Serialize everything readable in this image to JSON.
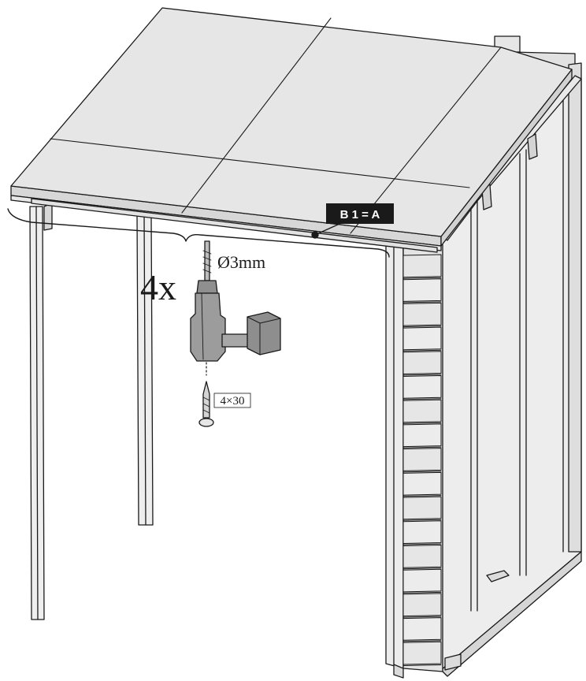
{
  "callout": {
    "label": "B 1 = A",
    "bg": "#1a1a1a",
    "fg": "#ffffff"
  },
  "quantity": "4x",
  "drill_bit": "Ø3mm",
  "screw_size": "4×30",
  "colors": {
    "line": "#1a1a1a",
    "panel": "#e6e6e6",
    "panel_dark": "#cfcfcf",
    "tool": "#9a9a9a"
  },
  "icons": [
    "drill-icon",
    "screw-icon"
  ]
}
